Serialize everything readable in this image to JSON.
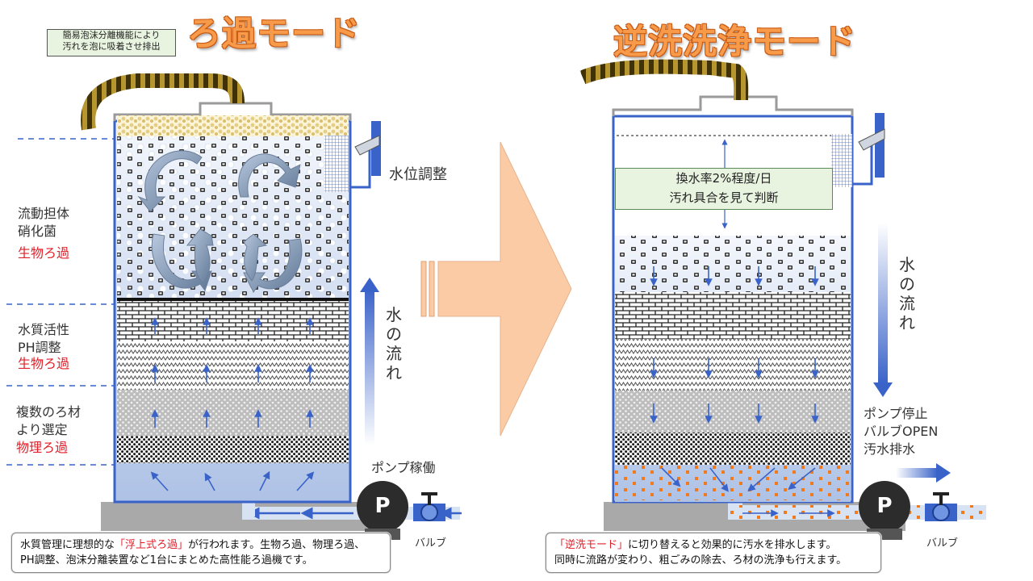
{
  "left": {
    "title": "ろ過モード",
    "callout_line1": "簡易泡沫分離機能により",
    "callout_line2": "汚れを泡に吸着させ排出",
    "level_label": "水位調整",
    "flow_label": "水の流れ",
    "pump_label": "ポンプ稼働",
    "pump_letter": "P",
    "valve_label": "バルブ",
    "note_pre": "水質管理に理想的な",
    "note_highlight": "「浮上式ろ過」",
    "note_post": "が行われます。生物ろ過、物理ろ過、",
    "note_line2": "PH調整、泡沫分離装置など1台にまとめた高性能ろ過機です。"
  },
  "side_labels": {
    "group1_line1": "流動担体",
    "group1_line2": "硝化菌",
    "group1_red": "生物ろ過",
    "group2_line1": "水質活性",
    "group2_line2": "PH調整",
    "group2_red": "生物ろ過",
    "group3_line1": "複数のろ材",
    "group3_line2": "より選定",
    "group3_red": "物理ろ過"
  },
  "right": {
    "title": "逆洗洗浄モード",
    "exchange_line1": "換水率2%程度/日",
    "exchange_line2": "汚れ具合を見て判断",
    "flow_label": "水の流れ",
    "status_line1": "ポンプ停止",
    "status_line2": "バルブOPEN",
    "status_line3": "汚水排水",
    "pump_letter": "P",
    "valve_label": "バルブ",
    "note_highlight": "「逆洗モード」",
    "note_post": "に切り替えると効果的に汚水を排水します。",
    "note_line2": "同時に流路が変わり、粗ごみの除去、ろ材の洗浄も行えます。"
  },
  "colors": {
    "title_fill": "#f79a4a",
    "highlight_red": "#e0202a",
    "tank_outline": "#3a63c9",
    "water_blue": "#c7d6ef",
    "big_arrow": "#fbcba5",
    "callout_green": "#e8f3e0"
  }
}
